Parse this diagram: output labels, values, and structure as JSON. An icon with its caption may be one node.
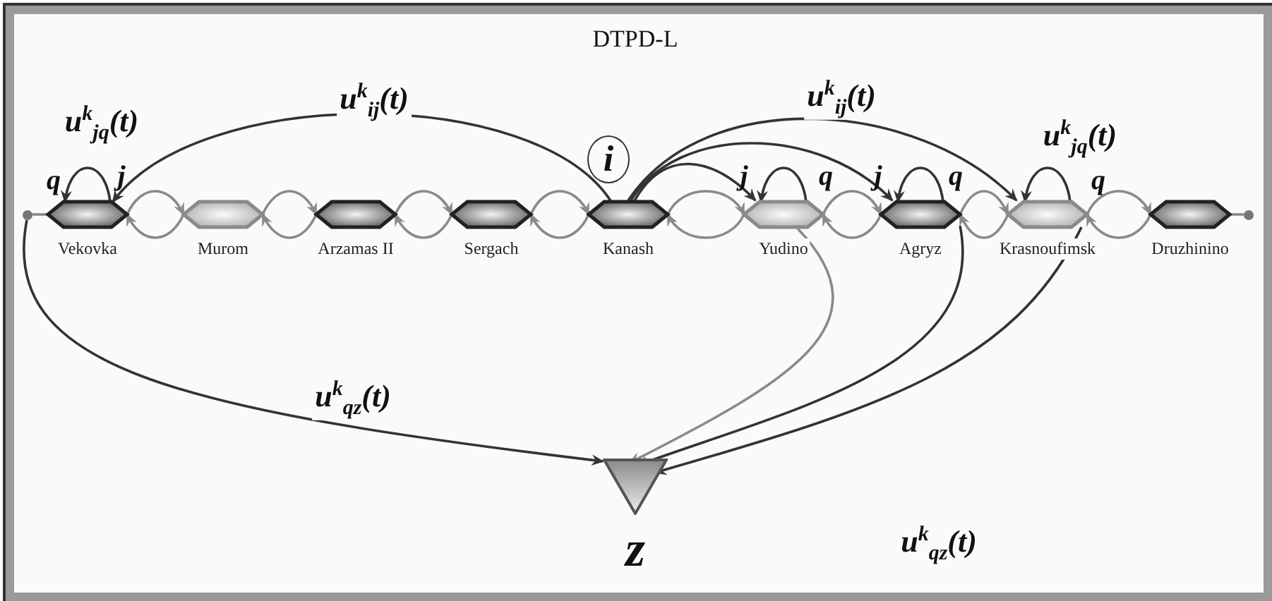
{
  "diagram": {
    "title": "DTPD-L",
    "nodes": [
      {
        "text": [
          "Vekovka"
        ]
      },
      {
        "text": [
          "Murom"
        ]
      },
      {
        "text": [
          "Arzamas II"
        ]
      },
      {
        "text": [
          "Sergach"
        ]
      },
      {
        "text": [
          "Kanash"
        ]
      },
      {
        "text": [
          "Yudino"
        ]
      },
      {
        "text": [
          "Agryz"
        ]
      },
      {
        "text": [
          "Krasnoufimsk"
        ]
      },
      {
        "text": [
          "Druzhinino"
        ]
      },
      {
        "text": [
          "i"
        ]
      },
      {
        "text": [
          "z"
        ]
      },
      {
        "text": [],
        "shape": "circle"
      },
      {
        "text": [],
        "shape": "circle"
      }
    ],
    "edges": [
      {
        "from": 0,
        "to": 0,
        "arrow": "to",
        "label": "u$^{k}$$_{jq}$(t)",
        "color": "#333333"
      },
      {
        "from": 4,
        "to": 0,
        "arrow": "to",
        "label": "u$^{k}$$_{ij}$(t)",
        "color": "#333333"
      },
      {
        "from": 4,
        "to": 5,
        "arrow": "to",
        "color": "#333333"
      },
      {
        "from": 4,
        "to": 6,
        "arrow": "to",
        "color": "#333333"
      },
      {
        "from": 4,
        "to": 7,
        "arrow": "to",
        "label": "u$^{k}$$_{ij}$(t)",
        "color": "#333333"
      },
      {
        "from": 5,
        "to": 5,
        "arrow": "to",
        "color": "#333333"
      },
      {
        "from": 6,
        "to": 6,
        "arrow": "to",
        "color": "#333333"
      },
      {
        "from": 7,
        "to": 7,
        "arrow": "to",
        "label": "u$^{k}$$_{jq}$(t)",
        "color": "#333333"
      },
      {
        "from": 11,
        "to": 10,
        "arrow": "to",
        "label": "u$^{k}$$_{qz}$(t)",
        "color": "#333333"
      },
      {
        "from": 5,
        "to": 10,
        "arrow": "to"
      },
      {
        "from": 6,
        "to": 10,
        "arrow": "to",
        "color": "#333333"
      },
      {
        "from": 7,
        "to": 10,
        "arrow": "to",
        "label": "u$^{k}$$_{qz}$(t)",
        "color": "#333333"
      },
      {
        "from": 11,
        "to": 0,
        "arrow": "none"
      },
      {
        "from": 8,
        "to": 12,
        "arrow": "none"
      },
      {
        "from": 0,
        "to": 1,
        "arrow": "to"
      },
      {
        "from": 1,
        "to": 0,
        "arrow": "to"
      },
      {
        "from": 1,
        "to": 2,
        "arrow": "to"
      },
      {
        "from": 2,
        "to": 1,
        "arrow": "to"
      },
      {
        "from": 2,
        "to": 3,
        "arrow": "to"
      },
      {
        "from": 3,
        "to": 2,
        "arrow": "to"
      },
      {
        "from": 3,
        "to": 4,
        "arrow": "to"
      },
      {
        "from": 4,
        "to": 3,
        "arrow": "to"
      },
      {
        "from": 4,
        "to": 5,
        "arrow": "to"
      },
      {
        "from": 5,
        "to": 4,
        "arrow": "to"
      },
      {
        "from": 5,
        "to": 6,
        "arrow": "to"
      },
      {
        "from": 6,
        "to": 5,
        "arrow": "to"
      },
      {
        "from": 6,
        "to": 7,
        "arrow": "to"
      },
      {
        "from": 7,
        "to": 6,
        "arrow": "to"
      },
      {
        "from": 7,
        "to": 8,
        "arrow": "to"
      },
      {
        "from": 8,
        "to": 7,
        "arrow": "to"
      }
    ],
    "labels": [
      "q",
      "j",
      "j",
      "q",
      "j",
      "q",
      "q"
    ]
  }
}
